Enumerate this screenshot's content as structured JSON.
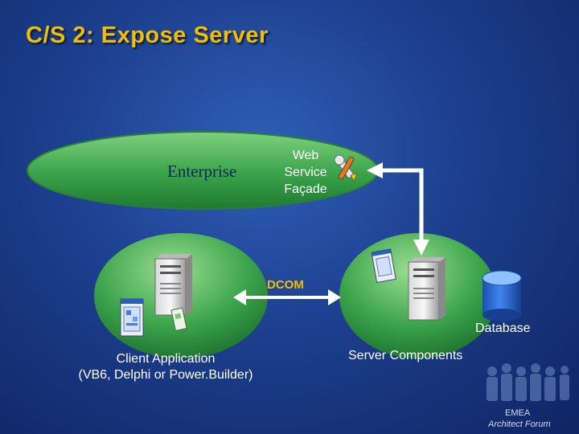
{
  "slide": {
    "title": "C/S 2:  Expose Server"
  },
  "diagram": {
    "enterprise_label": "Enterprise",
    "web_service_label_line1": "Web",
    "web_service_label_line2": "Service",
    "web_service_label_line3": "Façade",
    "dcom_label": "DCOM",
    "database_label": "Database",
    "server_components_label": "Server Components",
    "client_app_line1": "Client Application",
    "client_app_line2": "(VB6, Delphi or Power.Builder)"
  },
  "logo": {
    "line1": "EMEA",
    "line2": "Architect Forum"
  },
  "colors": {
    "title": "#f0c000",
    "ellipse_green": "#3ea850",
    "background": "#1d3f8e"
  },
  "icons": [
    "server-icon",
    "database-icon",
    "application-window-icon",
    "document-icon",
    "tools-icon",
    "people-silhouette-icon"
  ]
}
